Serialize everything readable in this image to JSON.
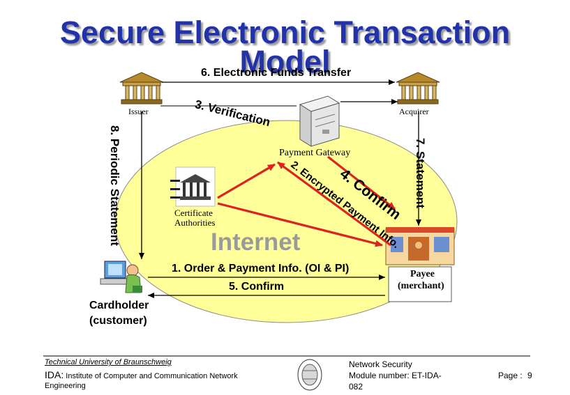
{
  "title": "Secure Electronic Transaction",
  "subtitle": "Model",
  "steps": {
    "step1": "1. Order & Payment Info. (OI & PI)",
    "step2": "2. Encrypted Payment Info.",
    "step3": "3. Verification",
    "step4": "4. Confirm",
    "step5": "5. Confirm",
    "step6": "6. Electronic Funds Transfer",
    "step7": "7. Statement",
    "step8": "8. Periodic Statement"
  },
  "nodes": {
    "issuer": "Issuer",
    "acquirer": "Acquirer",
    "payment_gateway": "Payment Gateway",
    "certificate_authorities_1": "Certificate",
    "certificate_authorities_2": "Authorities",
    "payee_1": "Payee",
    "payee_2": "(merchant)",
    "cardholder_1": "Cardholder",
    "cardholder_2": "(customer)",
    "internet": "Internet"
  },
  "footer": {
    "university": "Technical University of Braunschweig",
    "ida_prefix": "IDA:",
    "ida_text": "Institute of Computer and Communication Network",
    "engineering": "Engineering",
    "course_line1": "Network Security",
    "course_line2": "Module number: ET-IDA-",
    "course_line3": "082",
    "page_label": "Page :",
    "page_number": "9"
  },
  "colors": {
    "title": "#2233aa",
    "cloud_fill": "#ffff99",
    "arrow_red": "#dd2222"
  }
}
